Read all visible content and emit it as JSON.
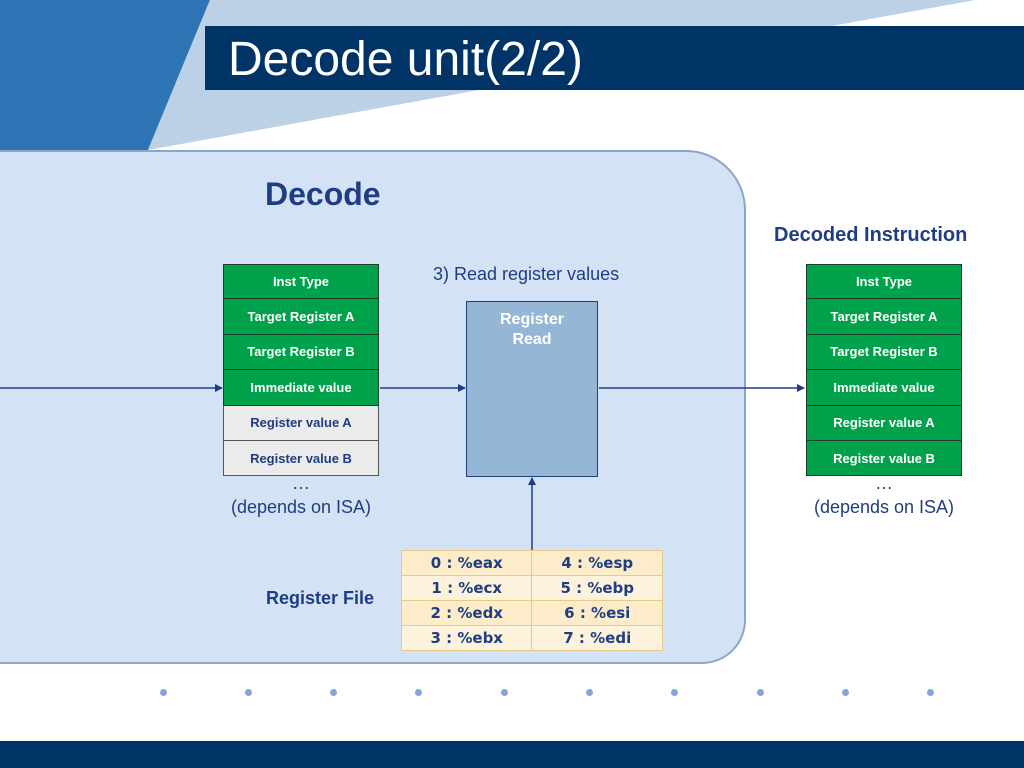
{
  "title": "Decode unit(2/2)",
  "decode_label": "Decode",
  "decoded_label": "Decoded Instruction",
  "read_caption": "3) Read register values",
  "register_read": {
    "line1": "Register",
    "line2": "Read"
  },
  "register_file_label": "Register File",
  "input_fields": [
    {
      "label": "Inst Type",
      "style": "green"
    },
    {
      "label": "Target Register A",
      "style": "green"
    },
    {
      "label": "Target Register B",
      "style": "green"
    },
    {
      "label": "Immediate value",
      "style": "green"
    },
    {
      "label": "Register value A",
      "style": "gray"
    },
    {
      "label": "Register value B",
      "style": "gray"
    }
  ],
  "output_fields": [
    {
      "label": "Inst Type",
      "style": "green"
    },
    {
      "label": "Target Register A",
      "style": "green"
    },
    {
      "label": "Target Register B",
      "style": "green"
    },
    {
      "label": "Immediate value",
      "style": "green"
    },
    {
      "label": "Register value A",
      "style": "green"
    },
    {
      "label": "Register value B",
      "style": "green"
    }
  ],
  "ellipsis": "…",
  "depends_note": "(depends on ISA)",
  "register_file": [
    [
      "0 : %eax",
      "4 : %esp"
    ],
    [
      "1 : %ecx",
      "5 : %ebp"
    ],
    [
      "2 : %edx",
      "6 : %esi"
    ],
    [
      "3 : %ebx",
      "7 : %edi"
    ]
  ],
  "colors": {
    "title_bar": "#003366",
    "field_green": "#00a14b",
    "field_gray": "#ebebeb",
    "decode_bg": "#d4e2f5",
    "register_read_fill": "#95b6d4",
    "text_blue": "#1f3d82"
  }
}
